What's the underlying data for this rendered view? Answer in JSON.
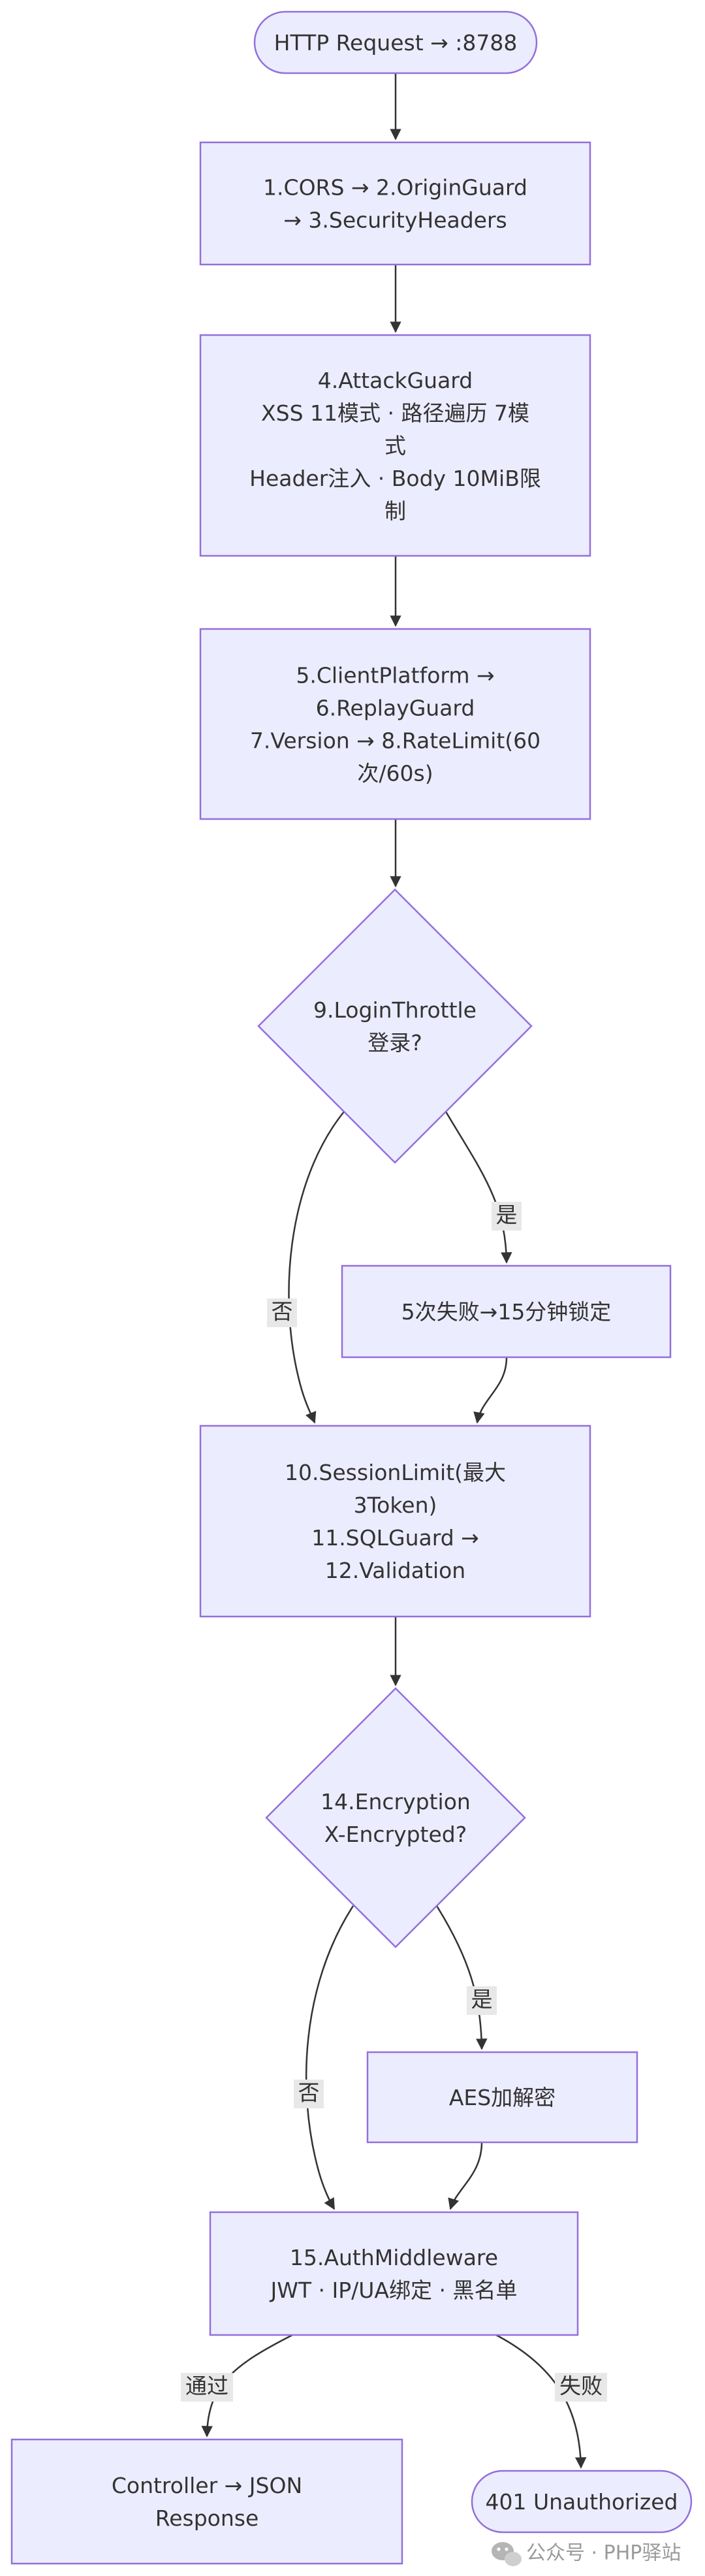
{
  "diagram": {
    "style": {
      "node_fill": "#ececff",
      "node_stroke": "#9370db",
      "edge_color": "#333333",
      "label_bg": "#e8e8e8"
    },
    "nodes": [
      {
        "id": "start",
        "shape": "stadium",
        "lines": [
          "HTTP Request → :8788"
        ]
      },
      {
        "id": "n1",
        "shape": "rect",
        "lines": [
          "1.CORS → 2.OriginGuard",
          "→ 3.SecurityHeaders"
        ]
      },
      {
        "id": "n4",
        "shape": "rect",
        "lines": [
          "4.AttackGuard",
          "XSS 11模式 · 路径遍历 7模",
          "式",
          "Header注入 · Body 10MiB限",
          "制"
        ]
      },
      {
        "id": "n5",
        "shape": "rect",
        "lines": [
          "5.ClientPlatform →",
          "6.ReplayGuard",
          "7.Version → 8.RateLimit(60",
          "次/60s)"
        ]
      },
      {
        "id": "d9",
        "shape": "diamond",
        "lines": [
          "9.LoginThrottle",
          "登录?"
        ]
      },
      {
        "id": "lock",
        "shape": "rect",
        "lines": [
          "5次失败→15分钟锁定"
        ]
      },
      {
        "id": "n10",
        "shape": "rect",
        "lines": [
          "10.SessionLimit(最大",
          "3Token)",
          "11.SQLGuard →",
          "12.Validation"
        ]
      },
      {
        "id": "d14",
        "shape": "diamond",
        "lines": [
          "14.Encryption",
          "X-Encrypted?"
        ]
      },
      {
        "id": "aes",
        "shape": "rect",
        "lines": [
          "AES加解密"
        ]
      },
      {
        "id": "n15",
        "shape": "rect",
        "lines": [
          "15.AuthMiddleware",
          "JWT · IP/UA绑定 · 黑名单"
        ]
      },
      {
        "id": "ctrl",
        "shape": "rect",
        "lines": [
          "Controller → JSON",
          "Response"
        ]
      },
      {
        "id": "unauth",
        "shape": "stadium",
        "lines": [
          "401 Unauthorized"
        ]
      }
    ],
    "edges": [
      {
        "from": "start",
        "to": "n1",
        "label": ""
      },
      {
        "from": "n1",
        "to": "n4",
        "label": ""
      },
      {
        "from": "n4",
        "to": "n5",
        "label": ""
      },
      {
        "from": "n5",
        "to": "d9",
        "label": ""
      },
      {
        "from": "d9",
        "to": "lock",
        "label": "是"
      },
      {
        "from": "d9",
        "to": "n10",
        "label": "否"
      },
      {
        "from": "lock",
        "to": "n10",
        "label": ""
      },
      {
        "from": "n10",
        "to": "d14",
        "label": ""
      },
      {
        "from": "d14",
        "to": "aes",
        "label": "是"
      },
      {
        "from": "d14",
        "to": "n15",
        "label": "否"
      },
      {
        "from": "aes",
        "to": "n15",
        "label": ""
      },
      {
        "from": "n15",
        "to": "ctrl",
        "label": "通过"
      },
      {
        "from": "n15",
        "to": "unauth",
        "label": "失败"
      }
    ],
    "watermark": {
      "icon": "wechat-icon",
      "text": "公众号 · PHP驿站"
    }
  }
}
